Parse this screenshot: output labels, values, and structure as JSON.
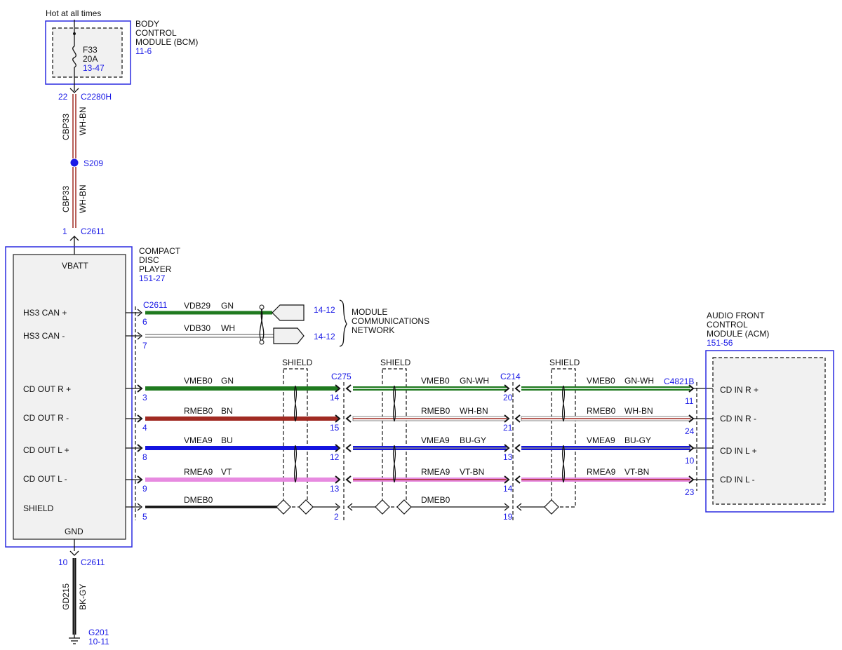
{
  "colors": {
    "blue": "#1a1ae6",
    "GN": "#1f7a1f",
    "WH": "#ffffff",
    "BN": "#a02a22",
    "BU": "#1414e0",
    "VT": "#e78ae0",
    "BK": "#111111",
    "GY": "#8a8a8a"
  },
  "top": {
    "hot_label": "Hot at all times",
    "bcm_name": "BODY CONTROL MODULE (BCM)",
    "bcm_name_l1": "BODY",
    "bcm_name_l2": "CONTROL",
    "bcm_name_l3": "MODULE (BCM)",
    "bcm_ref": "11-6",
    "fuse_id": "F33",
    "fuse_rating": "20A",
    "fuse_ref": "13-47",
    "pin_22": "22",
    "conn_c2280h": "C2280H",
    "circuit_upper": "CBP33",
    "color_upper": "WH-BN",
    "splice": "S209",
    "circuit_lower": "CBP33",
    "color_lower": "WH-BN",
    "pin_1": "1",
    "conn_c2611_top": "C2611"
  },
  "cdp": {
    "name_l1": "COMPACT",
    "name_l2": "DISC",
    "name_l3": "PLAYER",
    "ref": "151-27",
    "vbatt": "VBATT",
    "gnd": "GND",
    "ports": [
      "HS3 CAN +",
      "HS3 CAN -",
      "CD OUT R +",
      "CD OUT R -",
      "CD OUT L +",
      "CD OUT L -",
      "SHIELD"
    ]
  },
  "can": {
    "conn": "C2611",
    "rows": [
      {
        "pin": "6",
        "circuit": "VDB29",
        "color": "GN",
        "ref": "14-12"
      },
      {
        "pin": "7",
        "circuit": "VDB30",
        "color": "WH",
        "ref": "14-12"
      }
    ],
    "net_l1": "MODULE",
    "net_l2": "COMMUNICATIONS",
    "net_l3": "NETWORK"
  },
  "audio": {
    "shield_label": "SHIELD",
    "conn_c275": "C275",
    "conn_c214": "C214",
    "conn_c4821b": "C4821B",
    "rows": [
      {
        "pin_a": "3",
        "circuit_a": "VMEB0",
        "color_a": "GN",
        "pin_b": "14",
        "circuit_b": "VMEB0",
        "color_b": "GN-WH",
        "pin_c": "20",
        "circuit_c": "VMEB0",
        "color_c": "GN-WH",
        "pin_d": "11"
      },
      {
        "pin_a": "4",
        "circuit_a": "RMEB0",
        "color_a": "BN",
        "pin_b": "15",
        "circuit_b": "RMEB0",
        "color_b": "WH-BN",
        "pin_c": "21",
        "circuit_c": "RMEB0",
        "color_c": "WH-BN",
        "pin_d": "24"
      },
      {
        "pin_a": "8",
        "circuit_a": "VMEA9",
        "color_a": "BU",
        "pin_b": "12",
        "circuit_b": "VMEA9",
        "color_b": "BU-GY",
        "pin_c": "13",
        "circuit_c": "VMEA9",
        "color_c": "BU-GY",
        "pin_d": "10"
      },
      {
        "pin_a": "9",
        "circuit_a": "RMEA9",
        "color_a": "VT",
        "pin_b": "13",
        "circuit_b": "RMEA9",
        "color_b": "VT-BN",
        "pin_c": "14",
        "circuit_c": "RMEA9",
        "color_c": "VT-BN",
        "pin_d": "23"
      }
    ],
    "drain": {
      "pin_a": "5",
      "circuit_a": "DMEB0",
      "pin_b": "2",
      "circuit_b": "DMEB0",
      "pin_c": "19"
    }
  },
  "acm": {
    "name_l1": "AUDIO FRONT",
    "name_l2": "CONTROL",
    "name_l3": "MODULE (ACM)",
    "ref": "151-56",
    "ports": [
      "CD IN R +",
      "CD IN R -",
      "CD IN L +",
      "CD IN L -"
    ]
  },
  "bottom": {
    "pin_10": "10",
    "conn_c2611": "C2611",
    "circuit": "GD215",
    "color": "BK-GY",
    "ground": "G201",
    "ground_ref": "10-11"
  }
}
